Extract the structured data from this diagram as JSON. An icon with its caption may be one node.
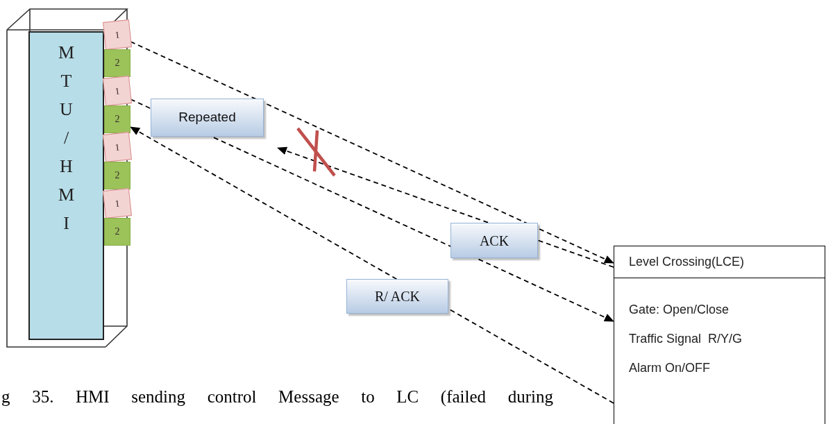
{
  "diagram": {
    "caption": "g 35. HMI sending control Message to LC (failed during",
    "nodes": [
      {
        "text": [
          "M T U / H M I"
        ]
      },
      {
        "text": [
          "1"
        ]
      },
      {
        "text": [
          "2"
        ]
      },
      {
        "text": [
          "1"
        ]
      },
      {
        "text": [
          "2"
        ]
      },
      {
        "text": [
          "1"
        ]
      },
      {
        "text": [
          "2"
        ]
      },
      {
        "text": [
          "1"
        ]
      },
      {
        "text": [
          "2"
        ]
      },
      {
        "text": [
          "Level Crossing(LCE)",
          "Gate: Open/Close",
          "Traffic Signal  R/Y/G",
          "Alarm On/OFF"
        ]
      }
    ],
    "edges": [
      {
        "from": 1,
        "to": 9,
        "arrow": "to",
        "style": "dashed"
      },
      {
        "from": 3,
        "to": 9,
        "arrow": "to",
        "style": "dashed",
        "label": "Repeated"
      },
      {
        "from": 9,
        "to": null,
        "arrow": "to",
        "style": "dashed",
        "label": "ACK"
      },
      {
        "from": 9,
        "to": 4,
        "arrow": "to",
        "style": "dashed",
        "label": "R/ ACK"
      }
    ]
  }
}
